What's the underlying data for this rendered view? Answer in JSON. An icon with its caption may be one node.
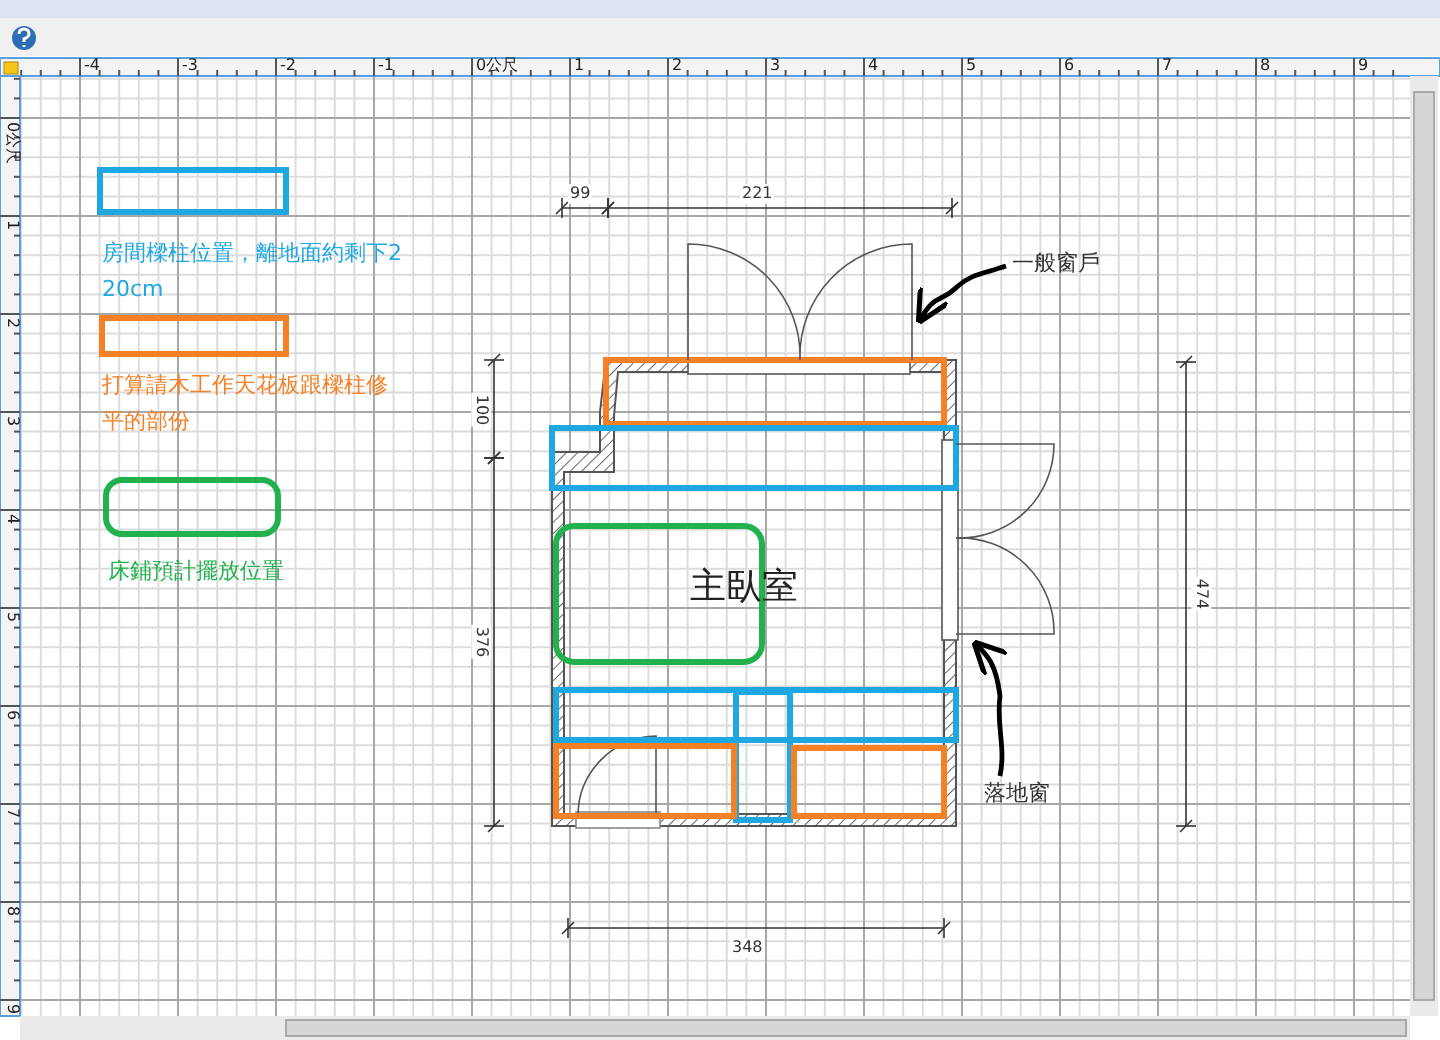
{
  "diagram": {
    "nodes": [
      {
        "text": [
          "一般窗戶"
        ]
      },
      {
        "text": [],
        "shape": "picture"
      },
      {
        "text": [
          "落地窗"
        ]
      },
      {
        "text": [],
        "shape": "picture"
      }
    ],
    "edges": [
      {
        "from": 0,
        "to": 1,
        "arrow": "to"
      },
      {
        "from": 2,
        "to": 3,
        "arrow": "to"
      }
    ],
    "labels": [
      "-4",
      "-3",
      "-2",
      "-1",
      "0公尺",
      "1",
      "2",
      "3",
      "4",
      "5",
      "6",
      "7",
      "8",
      "9",
      "0公尺",
      "1",
      "2",
      "3",
      "4",
      "5",
      "6",
      "7",
      "8",
      "9",
      "99",
      "221",
      "100",
      "376",
      "474",
      "348",
      "主臥室"
    ],
    "legend": [
      {
        "text": "房間樑柱位置，離地面約剩下220cm",
        "color": "#1ea7e1"
      },
      {
        "text": "打算請木工作天花板跟樑柱修平的部份",
        "color": "#f58025"
      },
      {
        "text": "床鋪預計擺放位置",
        "color": "#22b14c"
      }
    ]
  }
}
